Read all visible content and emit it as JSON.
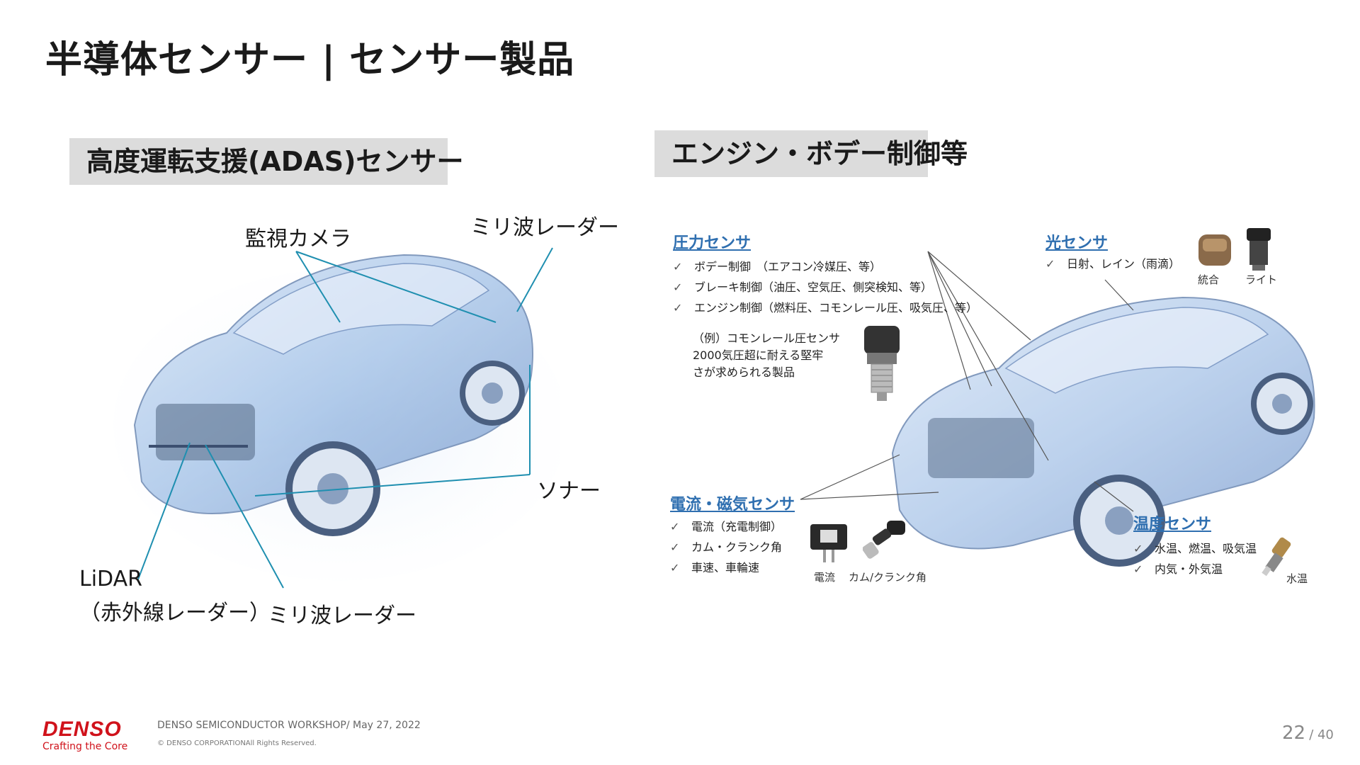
{
  "slide": {
    "title": "半導体センサー | センサー製品"
  },
  "adas": {
    "section_label": "高度運転支援(ADAS)センサー",
    "callouts": {
      "camera": "監視カメラ",
      "mmwave_top": "ミリ波レーダー",
      "sonar": "ソナー",
      "lidar_line1": "LiDAR",
      "lidar_line2": "（赤外線レーダー）",
      "mmwave_bottom": "ミリ波レーダー"
    }
  },
  "engine": {
    "section_label": "エンジン・ボデー制御等",
    "pressure": {
      "title": "圧力センサ",
      "items": [
        "ボデー制御　（エアコン冷媒圧、等）",
        "ブレーキ制御（油圧、空気圧、側突検知、等）",
        "エンジン制御（燃料圧、コモンレール圧、吸気圧、等）"
      ],
      "example": "（例）コモンレール圧センサ\n2000気圧超に耐える堅牢\nさが求められる製品"
    },
    "light": {
      "title": "光センサ",
      "items": [
        "日射、レイン（雨滴）"
      ],
      "captions": [
        "統合",
        "ライト"
      ]
    },
    "current": {
      "title": "電流・磁気センサ",
      "items": [
        "電流（充電制御）",
        "カム・クランク角",
        "車速、車輪速"
      ],
      "captions": [
        "電流",
        "カム/クランク角"
      ]
    },
    "temperature": {
      "title": "温度センサ",
      "items": [
        "水温、燃温、吸気温",
        "内気・外気温"
      ],
      "captions": [
        "水温"
      ]
    }
  },
  "footer": {
    "logo": "DENSO",
    "tagline": "Crafting the Core",
    "event": "DENSO SEMICONDUCTOR WORKSHOP/ May 27, 2022",
    "copyright": "© DENSO CORPORATIONAll Rights Reserved.",
    "page_current": "22",
    "page_total": "/ 40"
  }
}
